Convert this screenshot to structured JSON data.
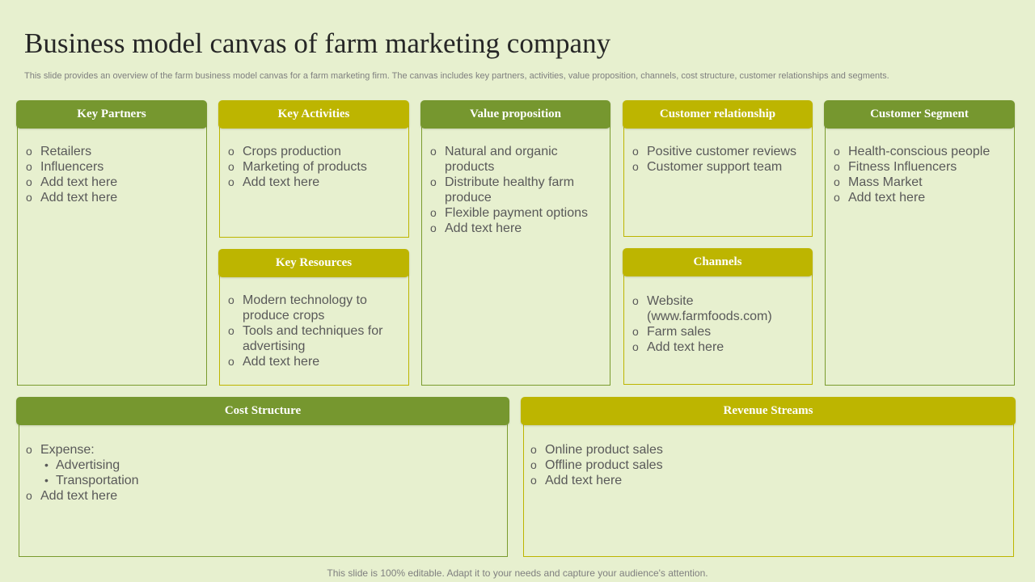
{
  "title": "Business model canvas of farm marketing company",
  "subtitle": "This slide provides an overview of the farm business model canvas for a farm marketing firm. The canvas includes key partners, activities, value proposition, channels, cost structure, customer relationships and segments.",
  "colors": {
    "green": "#76972f",
    "gold": "#bdb500",
    "background": "#e7f0cf"
  },
  "key_partners": {
    "header": "Key Partners",
    "items": [
      "Retailers",
      "Influencers",
      "Add text here",
      "Add text here"
    ]
  },
  "key_activities": {
    "header": "Key Activities",
    "items": [
      "Crops production",
      "Marketing of products",
      "Add text here"
    ]
  },
  "key_resources": {
    "header": "Key Resources",
    "items": [
      "Modern technology to produce crops",
      "Tools and techniques for advertising",
      "Add text here"
    ]
  },
  "value_proposition": {
    "header": "Value proposition",
    "items": [
      "Natural and organic products",
      "Distribute healthy farm produce",
      "Flexible payment options",
      "Add text here"
    ]
  },
  "customer_relationship": {
    "header": "Customer relationship",
    "items": [
      "Positive customer reviews",
      "Customer support team"
    ]
  },
  "channels": {
    "header": "Channels",
    "items": [
      "Website (www.farmfoods.com)",
      "Farm sales",
      "Add text here"
    ]
  },
  "customer_segment": {
    "header": "Customer Segment",
    "items": [
      "Health-conscious people",
      "Fitness Influencers",
      "Mass Market",
      "Add text here"
    ]
  },
  "cost_structure": {
    "header": "Cost Structure",
    "expense": "Expense:",
    "sub_items": [
      "Advertising",
      "Transportation"
    ],
    "last": "Add text here"
  },
  "revenue_streams": {
    "header": "Revenue Streams",
    "items": [
      "Online product sales",
      "Offline product sales",
      "Add text here"
    ]
  },
  "footer": "This slide is 100% editable. Adapt it to your needs and capture your audience's attention."
}
